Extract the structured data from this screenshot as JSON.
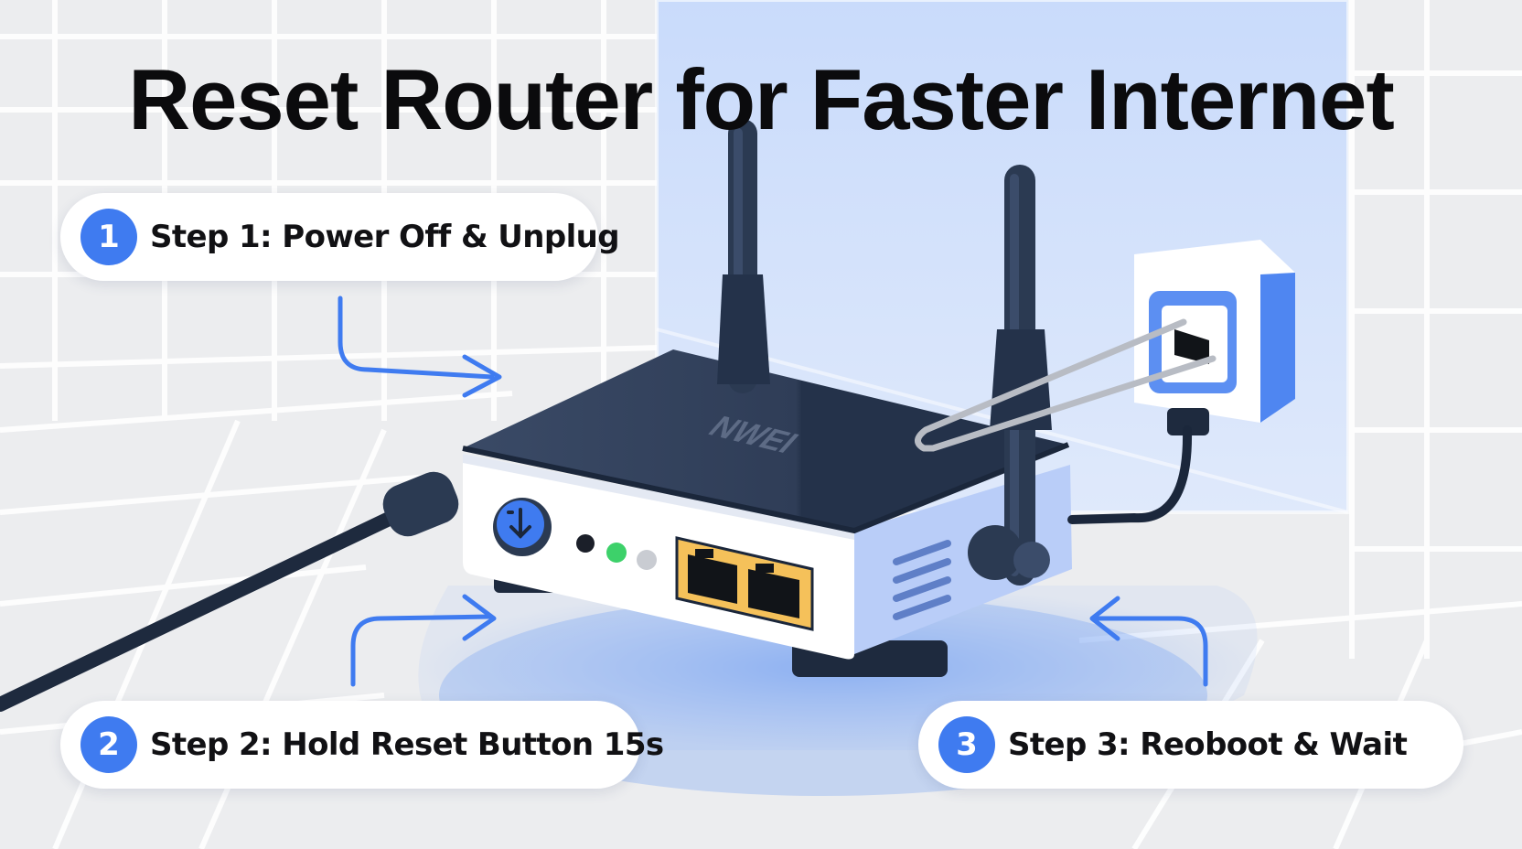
{
  "title": "Reset Router for Faster Internet",
  "router": {
    "brand": "NWEI",
    "button_icon": "arrow-down-icon"
  },
  "steps": [
    {
      "number": "1",
      "label": "Step 1: Power Off & Unplug"
    },
    {
      "number": "2",
      "label": "Step 2: Hold Reset Button 15s"
    },
    {
      "number": "3",
      "label": "Step 3: Reoboot  & Wait"
    }
  ],
  "colors": {
    "accent": "#3f7bf0",
    "router_top": "#2b3a52",
    "router_body": "#ffffff",
    "port_highlight": "#f5c15a",
    "led_green": "#3dd16a"
  }
}
